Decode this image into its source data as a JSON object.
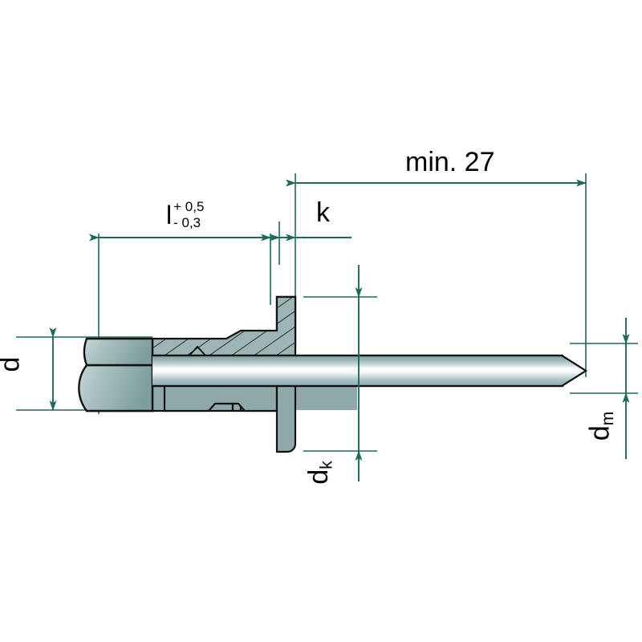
{
  "drawing": {
    "title": "Blind rivet dimensioned technical drawing",
    "background_color": "#ffffff",
    "dimension_color": "#1a6b5a",
    "outline_color": "#111111",
    "body_color": "#8fa9a9",
    "body_light_color": "#b9cccc",
    "mandrel_highlight_color": "#ffffff"
  },
  "dimensions": {
    "overall_length": {
      "label": "min. 27",
      "name": "min-27"
    },
    "rivet_length": {
      "symbol": "l",
      "tolerance_upper": "+ 0,5",
      "tolerance_lower": "- 0,3",
      "name": "l"
    },
    "head_thickness": {
      "label": "k",
      "name": "k"
    },
    "body_diameter": {
      "label": "d",
      "name": "d"
    },
    "head_diameter": {
      "label": "d",
      "subscript": "k",
      "name": "dk"
    },
    "mandrel_diameter": {
      "label": "d",
      "subscript": "m",
      "name": "dm"
    }
  }
}
